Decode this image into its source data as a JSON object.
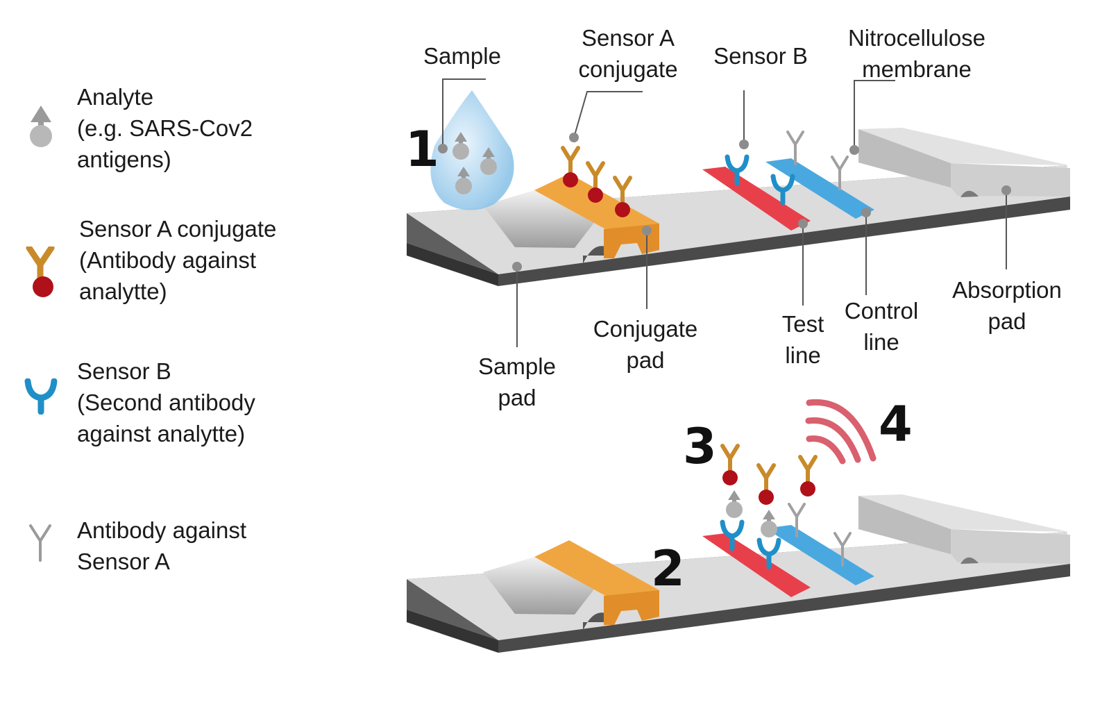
{
  "legend": {
    "analyte": {
      "label": "Analyte",
      "detail_1": "(e.g. SARS-Cov2",
      "detail_2": "antigens)",
      "icon": "analyte-icon"
    },
    "sensor_a": {
      "label": "Sensor A conjugate",
      "detail_1": "(Antibody against",
      "detail_2": "analytte)",
      "icon": "sensor-a-conjugate-icon"
    },
    "sensor_b": {
      "label": "Sensor B",
      "detail_1": "(Second antibody",
      "detail_2": "against analytte)",
      "icon": "sensor-b-icon"
    },
    "anti_a": {
      "label": "Antibody against",
      "detail_1": "Sensor A",
      "icon": "antibody-against-sensor-a-icon"
    }
  },
  "top_labels": {
    "sample": "Sample",
    "sensor_a_1": "Sensor A",
    "sensor_a_2": "conjugate",
    "sensor_b": "Sensor B",
    "membrane_1": "Nitrocellulose",
    "membrane_2": "membrane"
  },
  "bottom_labels": {
    "sample_pad_1": "Sample",
    "sample_pad_2": "pad",
    "conjugate_pad_1": "Conjugate",
    "conjugate_pad_2": "pad",
    "test_line_1": "Test",
    "test_line_2": "line",
    "control_line_1": "Control",
    "control_line_2": "line",
    "absorption_pad_1": "Absorption",
    "absorption_pad_2": "pad"
  },
  "steps": [
    "1",
    "2",
    "3",
    "4"
  ],
  "colors": {
    "strip_top": "#dcdcdc",
    "strip_side": "#5a5a5a",
    "conjugate_pad": "#f0a640",
    "test_line": "#e8404a",
    "control_line": "#4aa8e0",
    "sensor_a": "#c98a2a",
    "sensor_a_bead": "#b0101a",
    "sensor_b": "#1f8fc8",
    "analyte": "#a8a8a8",
    "signal": "#d9606e",
    "droplet": "#a9d4ef"
  }
}
